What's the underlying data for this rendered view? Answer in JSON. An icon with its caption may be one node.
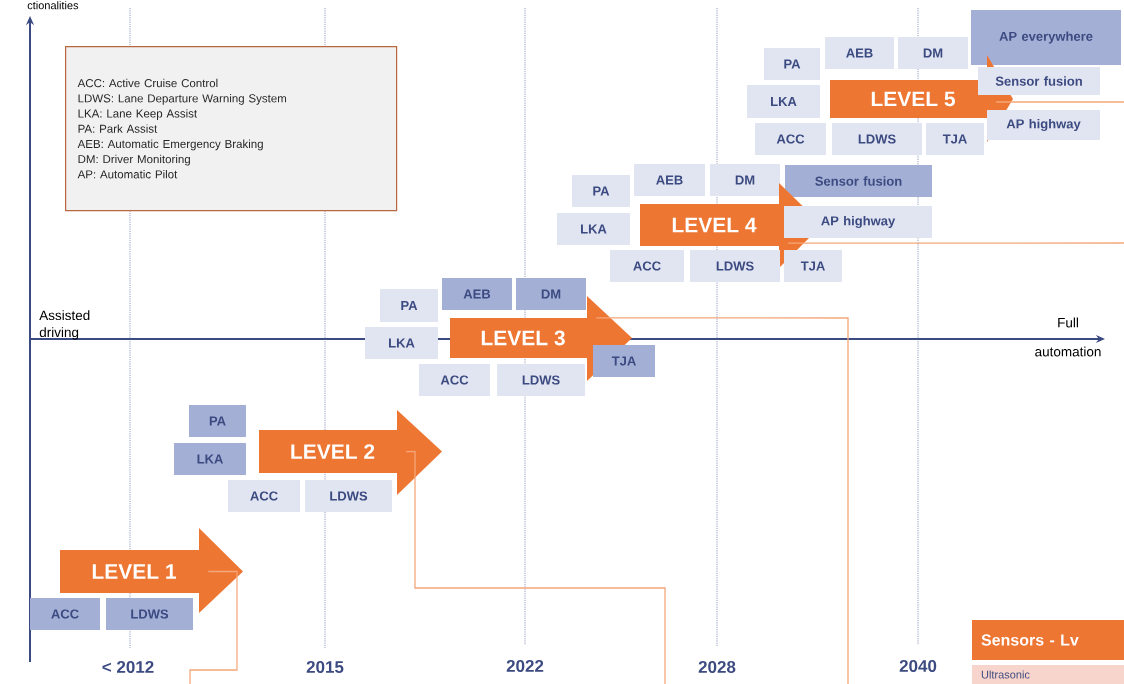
{
  "diagram": {
    "nodes": [
      {
        "text": [
          "ACC: Active Cruise Control",
          "LDWS: Lane Departure Warning System",
          "LKA: Lane Keep Assist",
          "PA: Park Assist",
          "AEB: Automatic Emergency Braking",
          "DM: Driver Monitoring",
          "AP: Automatic Pilot"
        ]
      },
      {
        "text": [
          "LEVEL 1"
        ]
      },
      {
        "text": [
          "ACC"
        ]
      },
      {
        "text": [
          "LDWS"
        ]
      },
      {
        "text": [
          "PA"
        ]
      },
      {
        "text": [
          "LKA"
        ]
      },
      {
        "text": [
          "LEVEL 2"
        ]
      },
      {
        "text": [
          "ACC"
        ]
      },
      {
        "text": [
          "LDWS"
        ]
      },
      {
        "text": [
          "PA"
        ]
      },
      {
        "text": [
          "AEB"
        ]
      },
      {
        "text": [
          "DM"
        ]
      },
      {
        "text": [
          "LKA"
        ]
      },
      {
        "text": [
          "LEVEL 3"
        ]
      },
      {
        "text": [
          "ACC"
        ]
      },
      {
        "text": [
          "LDWS"
        ]
      },
      {
        "text": [
          "TJA"
        ]
      },
      {
        "text": [
          "PA"
        ]
      },
      {
        "text": [
          "AEB"
        ]
      },
      {
        "text": [
          "DM"
        ]
      },
      {
        "text": [
          "Sensor fusion"
        ]
      },
      {
        "text": [
          "LKA"
        ]
      },
      {
        "text": [
          "LEVEL 4"
        ]
      },
      {
        "text": [
          "AP highway"
        ]
      },
      {
        "text": [
          "ACC"
        ]
      },
      {
        "text": [
          "LDWS"
        ]
      },
      {
        "text": [
          "TJA"
        ]
      },
      {
        "text": [
          "PA"
        ]
      },
      {
        "text": [
          "AEB"
        ]
      },
      {
        "text": [
          "DM"
        ]
      },
      {
        "text": [
          "AP everywhere"
        ]
      },
      {
        "text": [
          "LKA"
        ]
      },
      {
        "text": [
          "LEVEL 5"
        ]
      },
      {
        "text": [
          "Sensor fusion"
        ]
      },
      {
        "text": [
          "AP highway"
        ]
      },
      {
        "text": [
          "ACC"
        ]
      },
      {
        "text": [
          "LDWS"
        ]
      },
      {
        "text": [
          "TJA"
        ]
      },
      {
        "text": [
          "Sensors - Lv"
        ]
      },
      {
        "text": [
          "Ultrasonic"
        ]
      }
    ],
    "edges": [
      {
        "from": 1,
        "to": null,
        "arrow": "none"
      },
      {
        "from": 6,
        "to": null,
        "arrow": "none"
      },
      {
        "from": 13,
        "to": null,
        "arrow": "none"
      },
      {
        "from": 22,
        "to": null,
        "arrow": "none"
      },
      {
        "from": 32,
        "to": null,
        "arrow": "none"
      }
    ],
    "labels": [
      "ctionalities",
      "Assisted driving",
      "Full automation",
      "< 2012",
      "2015",
      "2022",
      "2028",
      "2040"
    ]
  }
}
